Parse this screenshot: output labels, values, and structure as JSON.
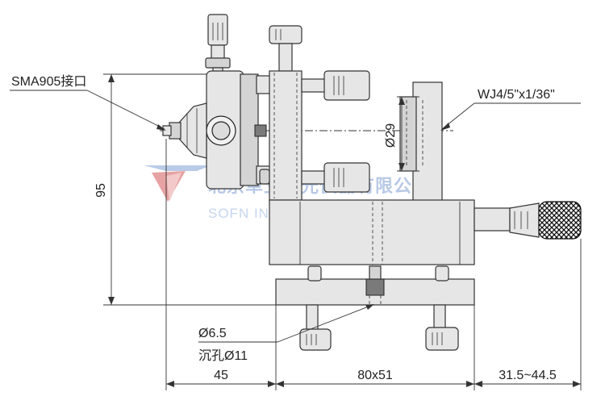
{
  "labels": {
    "sma": "SMA905接口",
    "mount": "WJ4/5\"x1/36\"",
    "dia29": "Ø29",
    "height95": "95",
    "hole1": "Ø6.5",
    "hole2": "沉孔Ø11",
    "width45": "45",
    "base": "80x51",
    "travel": "31.5~44.5"
  },
  "watermark": {
    "cn": "北京卓立汉光仪器有限公司",
    "en": "SOFN INSTRUMENTS CO.,LTD"
  },
  "colors": {
    "watermark_cn": "#b8c9e6",
    "watermark_en": "#c7d5ee",
    "logo_red": "#e7a3a3",
    "logo_blue": "#b9cbe8"
  }
}
